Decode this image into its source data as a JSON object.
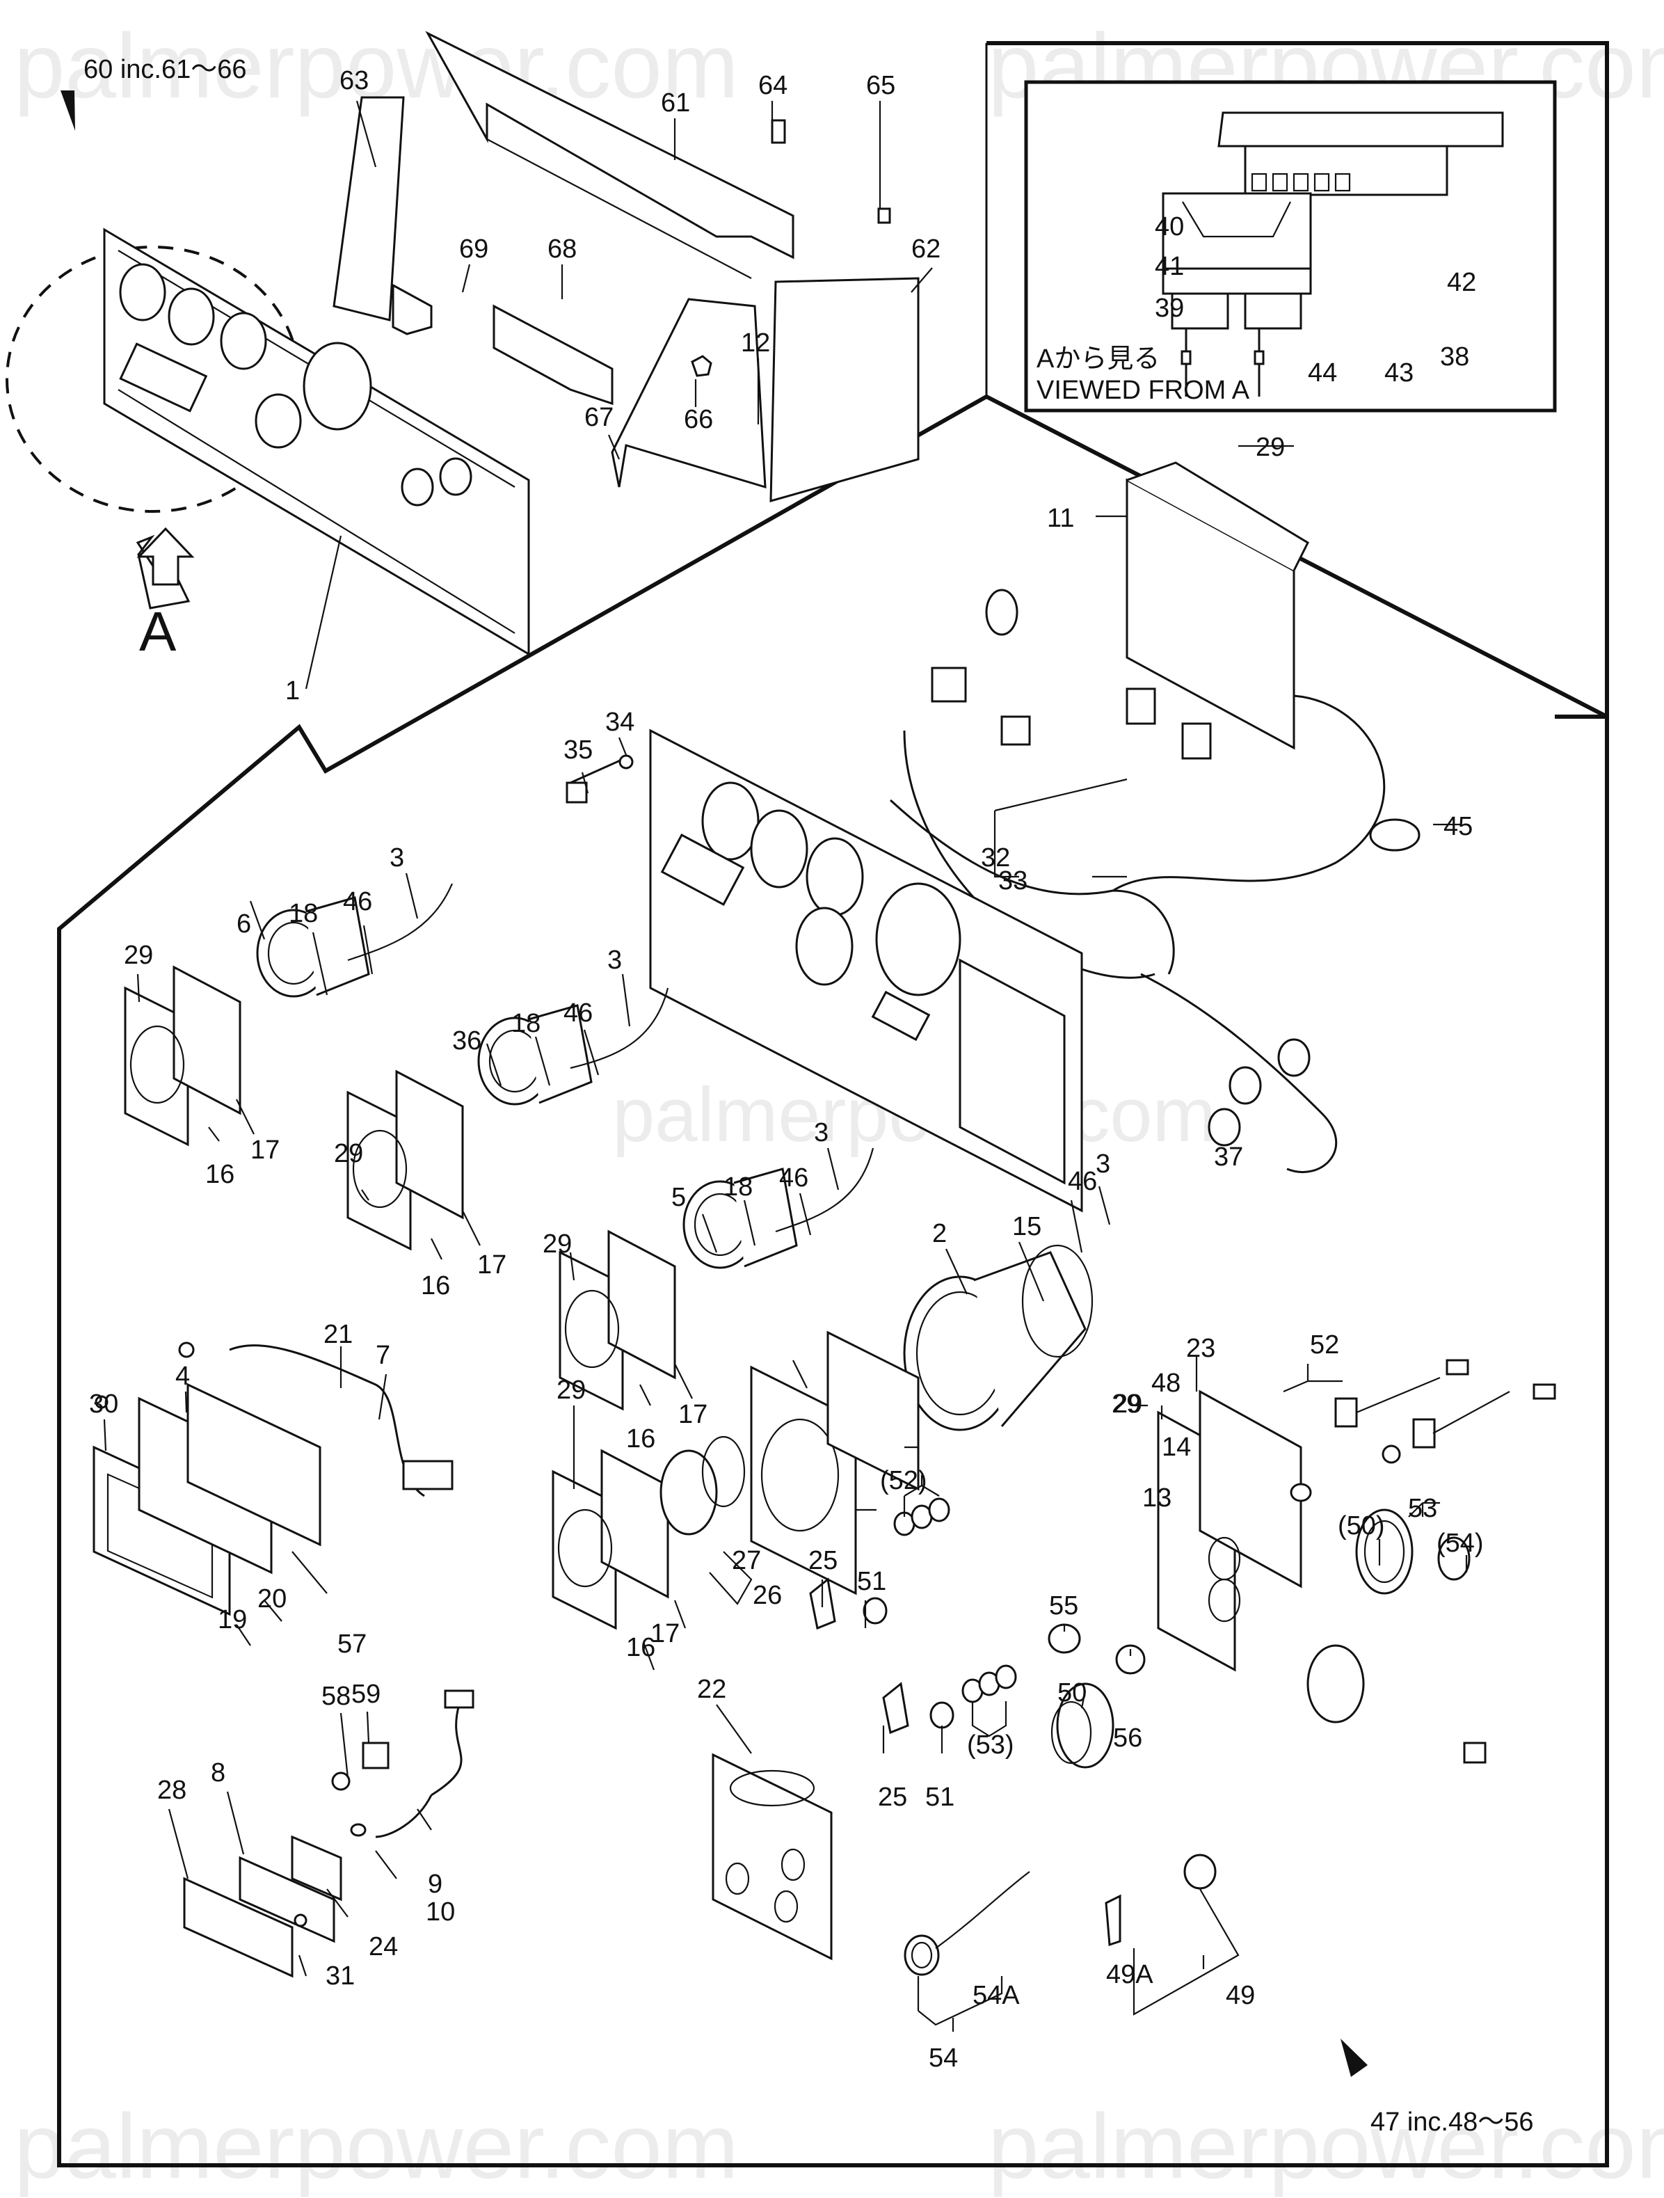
{
  "diagram": {
    "watermark": "palmerpower.com",
    "group_note_top": "60 inc.61～66",
    "group_note_bottom": "47 inc.48～56",
    "view_arrow_label": "A",
    "inset": {
      "caption_jp": "Aから見る",
      "caption_en": "VIEWED FROM A",
      "labels": [
        "40",
        "41",
        "42",
        "39",
        "38",
        "44",
        "43"
      ]
    },
    "callouts": [
      "63",
      "61",
      "64",
      "65",
      "62",
      "69",
      "68",
      "66",
      "67",
      "1",
      "29",
      "11",
      "12",
      "34",
      "35",
      "32",
      "33",
      "45",
      "3",
      "46",
      "18",
      "6",
      "29",
      "16",
      "17",
      "3",
      "46",
      "18",
      "36",
      "29",
      "16",
      "17",
      "3",
      "46",
      "18",
      "5",
      "29",
      "16",
      "17",
      "46",
      "3",
      "15",
      "2",
      "37",
      "29",
      "14",
      "13",
      "29",
      "17",
      "16",
      "27",
      "26",
      "30",
      "4",
      "21",
      "7",
      "57",
      "19",
      "20",
      "52",
      "53",
      "29",
      "48",
      "23",
      "(50)",
      "(54)",
      "25",
      "51",
      "(52)",
      "55",
      "25",
      "51",
      "(53)",
      "56",
      "50",
      "22",
      "58",
      "59",
      "8",
      "28",
      "9",
      "10",
      "24",
      "31",
      "54A",
      "54",
      "49A",
      "49"
    ]
  }
}
